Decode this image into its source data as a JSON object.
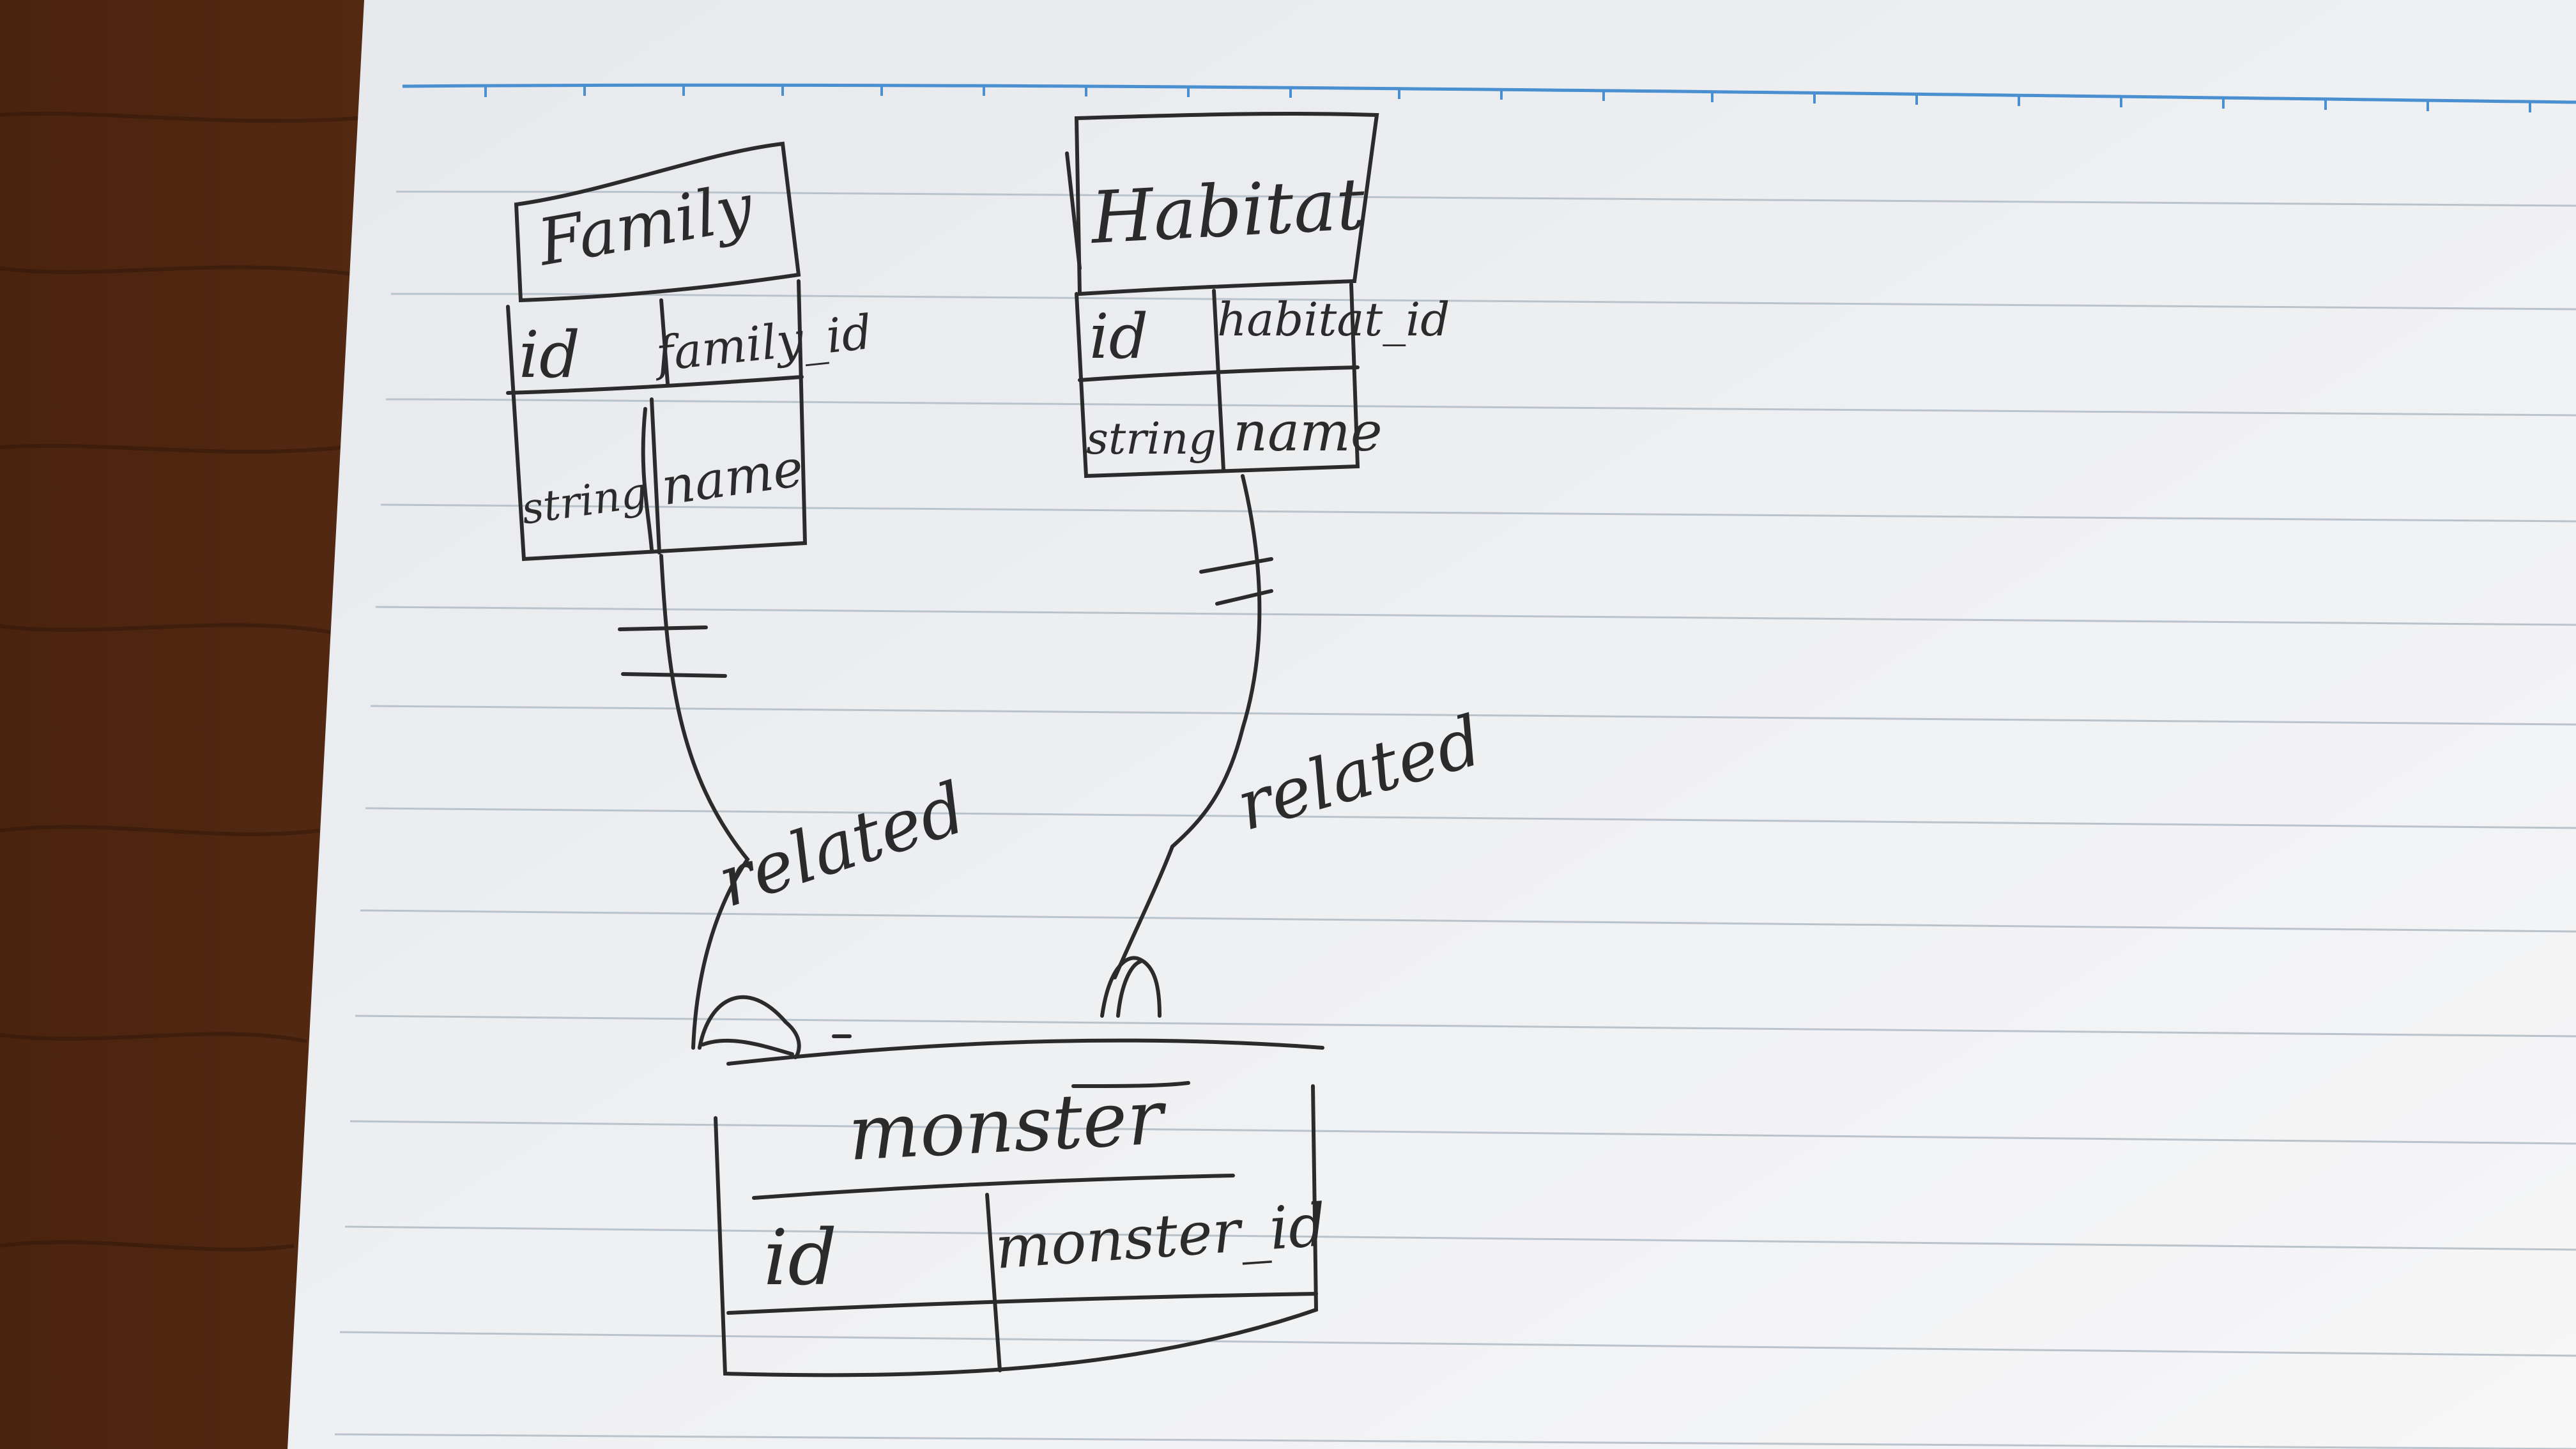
{
  "colors": {
    "table_wood": "#5a2e14",
    "paper": "#eceef1",
    "rule_line": "#b9c3cc",
    "margin_line": "#4a8fd0",
    "pencil": "#2b2b2b"
  },
  "entities": {
    "family": {
      "title": "Family",
      "key_type": "id",
      "key_name": "family_id",
      "attr_type": "string",
      "attr_name": "name"
    },
    "habitat": {
      "title": "Habitat",
      "key_type": "id",
      "key_name": "habitat_id",
      "attr_type": "string",
      "attr_name": "name"
    },
    "monster": {
      "title": "monster",
      "key_type": "id",
      "key_name": "monster_id"
    }
  },
  "relations": {
    "family_monster": {
      "label": "related",
      "one_end": "one-and-only-one",
      "many_end": "many"
    },
    "habitat_monster": {
      "label": "related",
      "one_end": "one-and-only-one",
      "many_end": "many"
    }
  }
}
